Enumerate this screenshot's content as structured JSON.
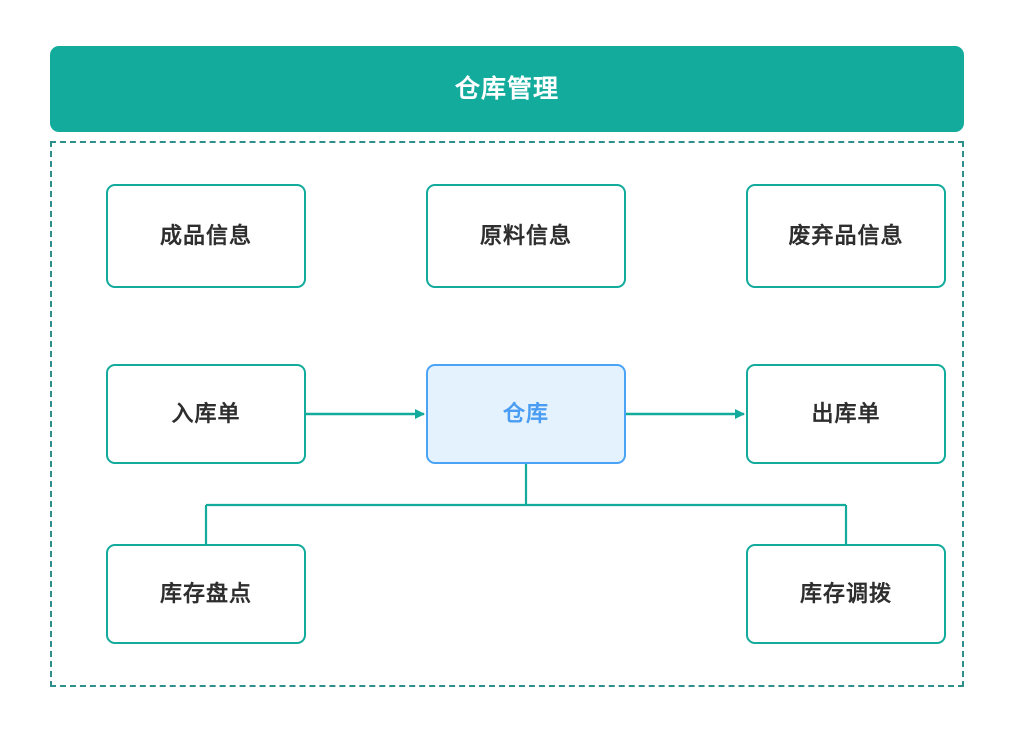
{
  "header": {
    "title": "仓库管理",
    "background_color": "#12ab9c",
    "text_color": "#ffffff"
  },
  "container": {
    "border_style": "dashed",
    "border_color": "#2f8f8c"
  },
  "theme": {
    "accent_teal": "#12ab9c",
    "highlight_blue_fill": "#e3f2fd",
    "highlight_blue_border": "#4ba3f5",
    "highlight_blue_text": "#4a9df2",
    "node_text": "#2e2e2e",
    "node_fill": "#ffffff",
    "canvas": "#ffffff"
  },
  "diagram": {
    "type": "flowchart",
    "rows": [
      {
        "name": "info-row",
        "nodes": [
          {
            "id": "chengpin-xinxi",
            "label": "成品信息",
            "highlight": false
          },
          {
            "id": "yuanliao-xinxi",
            "label": "原料信息",
            "highlight": false
          },
          {
            "id": "feiqipin-xinxi",
            "label": "废弃品信息",
            "highlight": false
          }
        ]
      },
      {
        "name": "flow-row",
        "nodes": [
          {
            "id": "ruku-dan",
            "label": "入库单",
            "highlight": false
          },
          {
            "id": "cangku",
            "label": "仓库",
            "highlight": true
          },
          {
            "id": "chuku-dan",
            "label": "出库单",
            "highlight": false
          }
        ]
      },
      {
        "name": "operation-row",
        "nodes": [
          {
            "id": "kucun-pandian",
            "label": "库存盘点",
            "highlight": false
          },
          {
            "id": "kucun-diaobo",
            "label": "库存调拨",
            "highlight": false
          }
        ]
      }
    ],
    "connectors": [
      {
        "from": "ruku-dan",
        "to": "cangku",
        "style": "arrow",
        "direction": "right",
        "color": "#12ab9c"
      },
      {
        "from": "cangku",
        "to": "chuku-dan",
        "style": "arrow",
        "direction": "right",
        "color": "#12ab9c"
      },
      {
        "from": "cangku",
        "to": "kucun-pandian",
        "style": "elbow",
        "direction": "down",
        "color": "#12ab9c"
      },
      {
        "from": "cangku",
        "to": "kucun-diaobo",
        "style": "elbow",
        "direction": "down",
        "color": "#12ab9c"
      }
    ]
  }
}
